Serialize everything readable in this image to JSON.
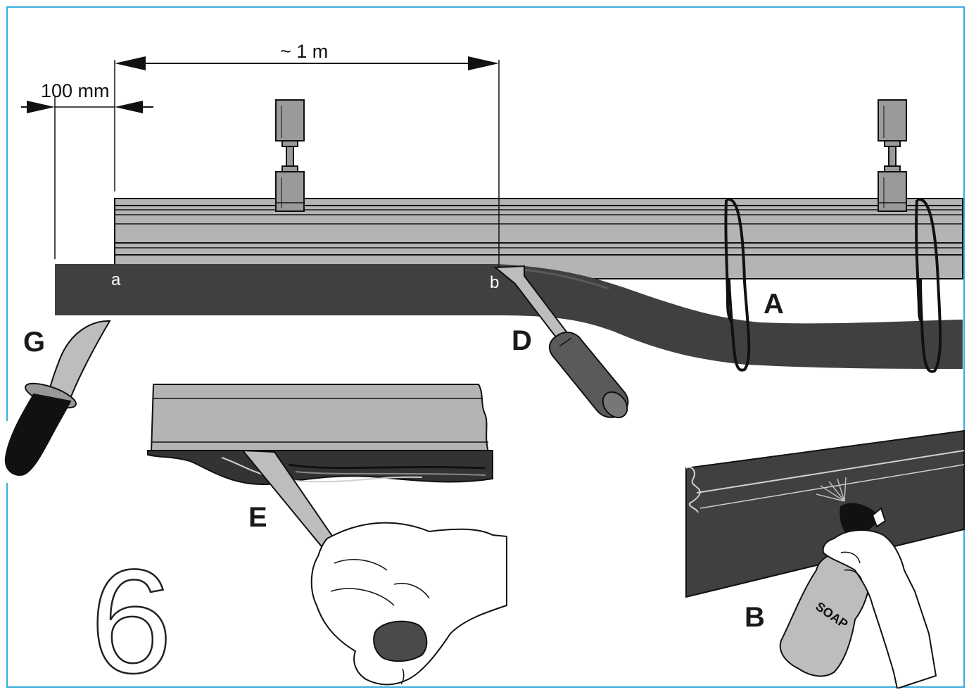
{
  "dimensions": {
    "span": "~ 1 m",
    "offset": "100 mm"
  },
  "points": {
    "a": "a",
    "b": "b"
  },
  "parts": {
    "A": "A",
    "B": "B",
    "D": "D",
    "E": "E",
    "G": "G"
  },
  "bottle_label": "SOAP",
  "step_number": "6",
  "colors": {
    "frame": "#3aaede",
    "rail": "#b4b4b4",
    "seal": "#404040",
    "outline": "#111111"
  },
  "icons": {
    "G": "knife-icon",
    "D": "screwdriver-icon",
    "E": "hand-with-screwdriver-icon",
    "B": "soap-spray-bottle-icon",
    "A": "rubber-loop-icon"
  }
}
